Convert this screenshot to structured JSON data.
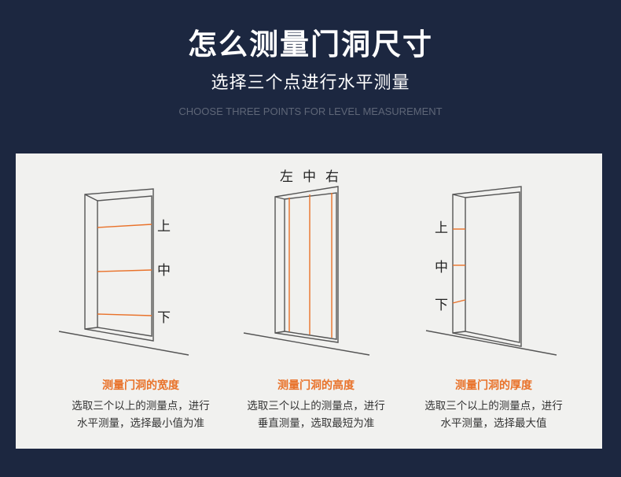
{
  "header": {
    "title": "怎么测量门洞尺寸",
    "subtitle": "选择三个点进行水平测量",
    "english": "CHOOSE THREE POINTS FOR LEVEL MEASUREMENT"
  },
  "colors": {
    "background": "#1c2740",
    "panel": "#f1f1ef",
    "accent": "#e9722a",
    "line": "#555555"
  },
  "diagrams": [
    {
      "marks": [
        "上",
        "中",
        "下"
      ],
      "caption_title": "测量门洞的宽度",
      "caption_lines": [
        "选取三个以上的测量点，进行",
        "水平测量，选择最小值为准"
      ]
    },
    {
      "marks": [
        "左",
        "中",
        "右"
      ],
      "caption_title": "测量门洞的高度",
      "caption_lines": [
        "选取三个以上的测量点，进行",
        "垂直测量，选取最短为准"
      ]
    },
    {
      "marks": [
        "上",
        "中",
        "下"
      ],
      "caption_title": "测量门洞的厚度",
      "caption_lines": [
        "选取三个以上的测量点，进行",
        "水平测量，选择最大值"
      ]
    }
  ]
}
